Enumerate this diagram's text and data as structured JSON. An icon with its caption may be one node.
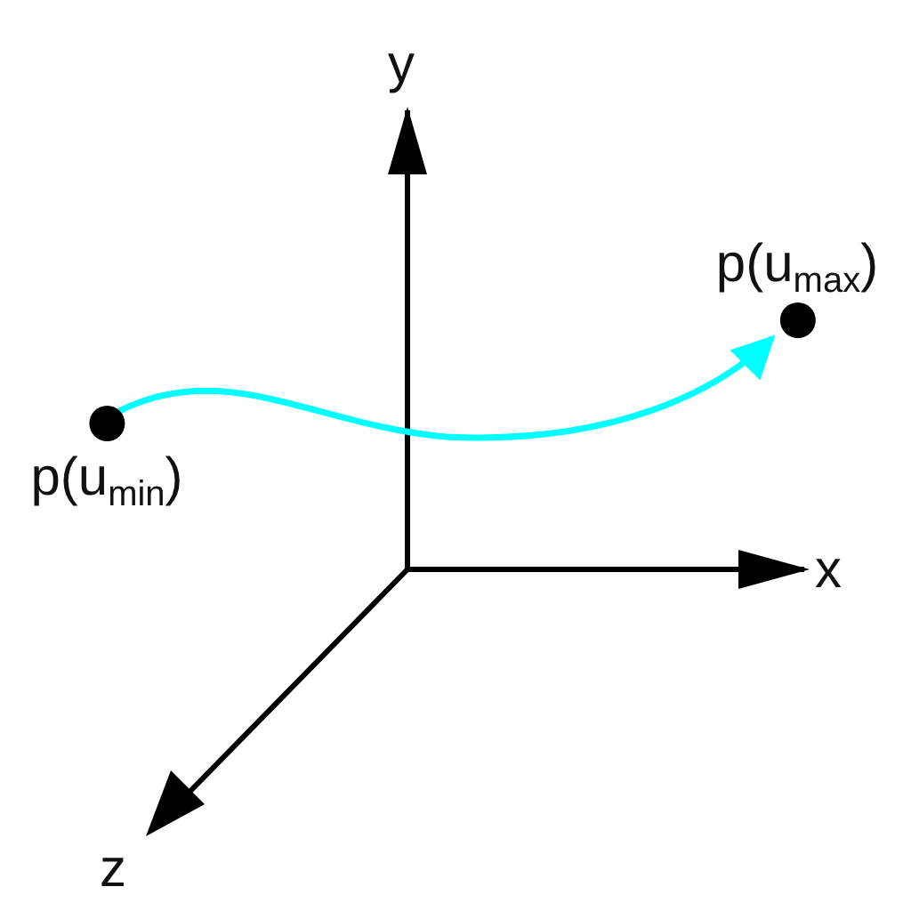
{
  "diagram": {
    "nodes": [
      {
        "text": [
          "p(u$_{min}$)"
        ]
      },
      {
        "text": [
          "p(u$_{max}$)"
        ]
      }
    ],
    "edges": [
      {
        "from": 0,
        "to": 1,
        "arrow": "to",
        "color": "#00ffff"
      }
    ],
    "labels": [
      "y",
      "x",
      "z"
    ]
  }
}
